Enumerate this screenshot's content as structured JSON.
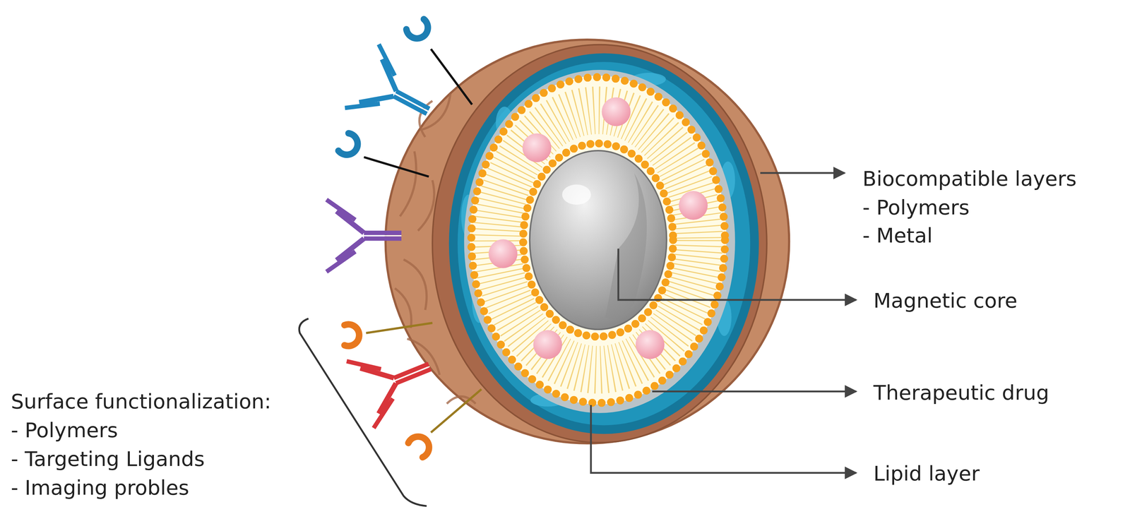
{
  "diagram": {
    "labels": [
      "Biocompatible layers",
      "- Polymers",
      "- Metal",
      "Magnetic core",
      "Therapeutic drug",
      "Lipid layer",
      "Surface functionalization:",
      "- Polymers",
      "- Targeting Ligands",
      "- Imaging probles"
    ]
  }
}
